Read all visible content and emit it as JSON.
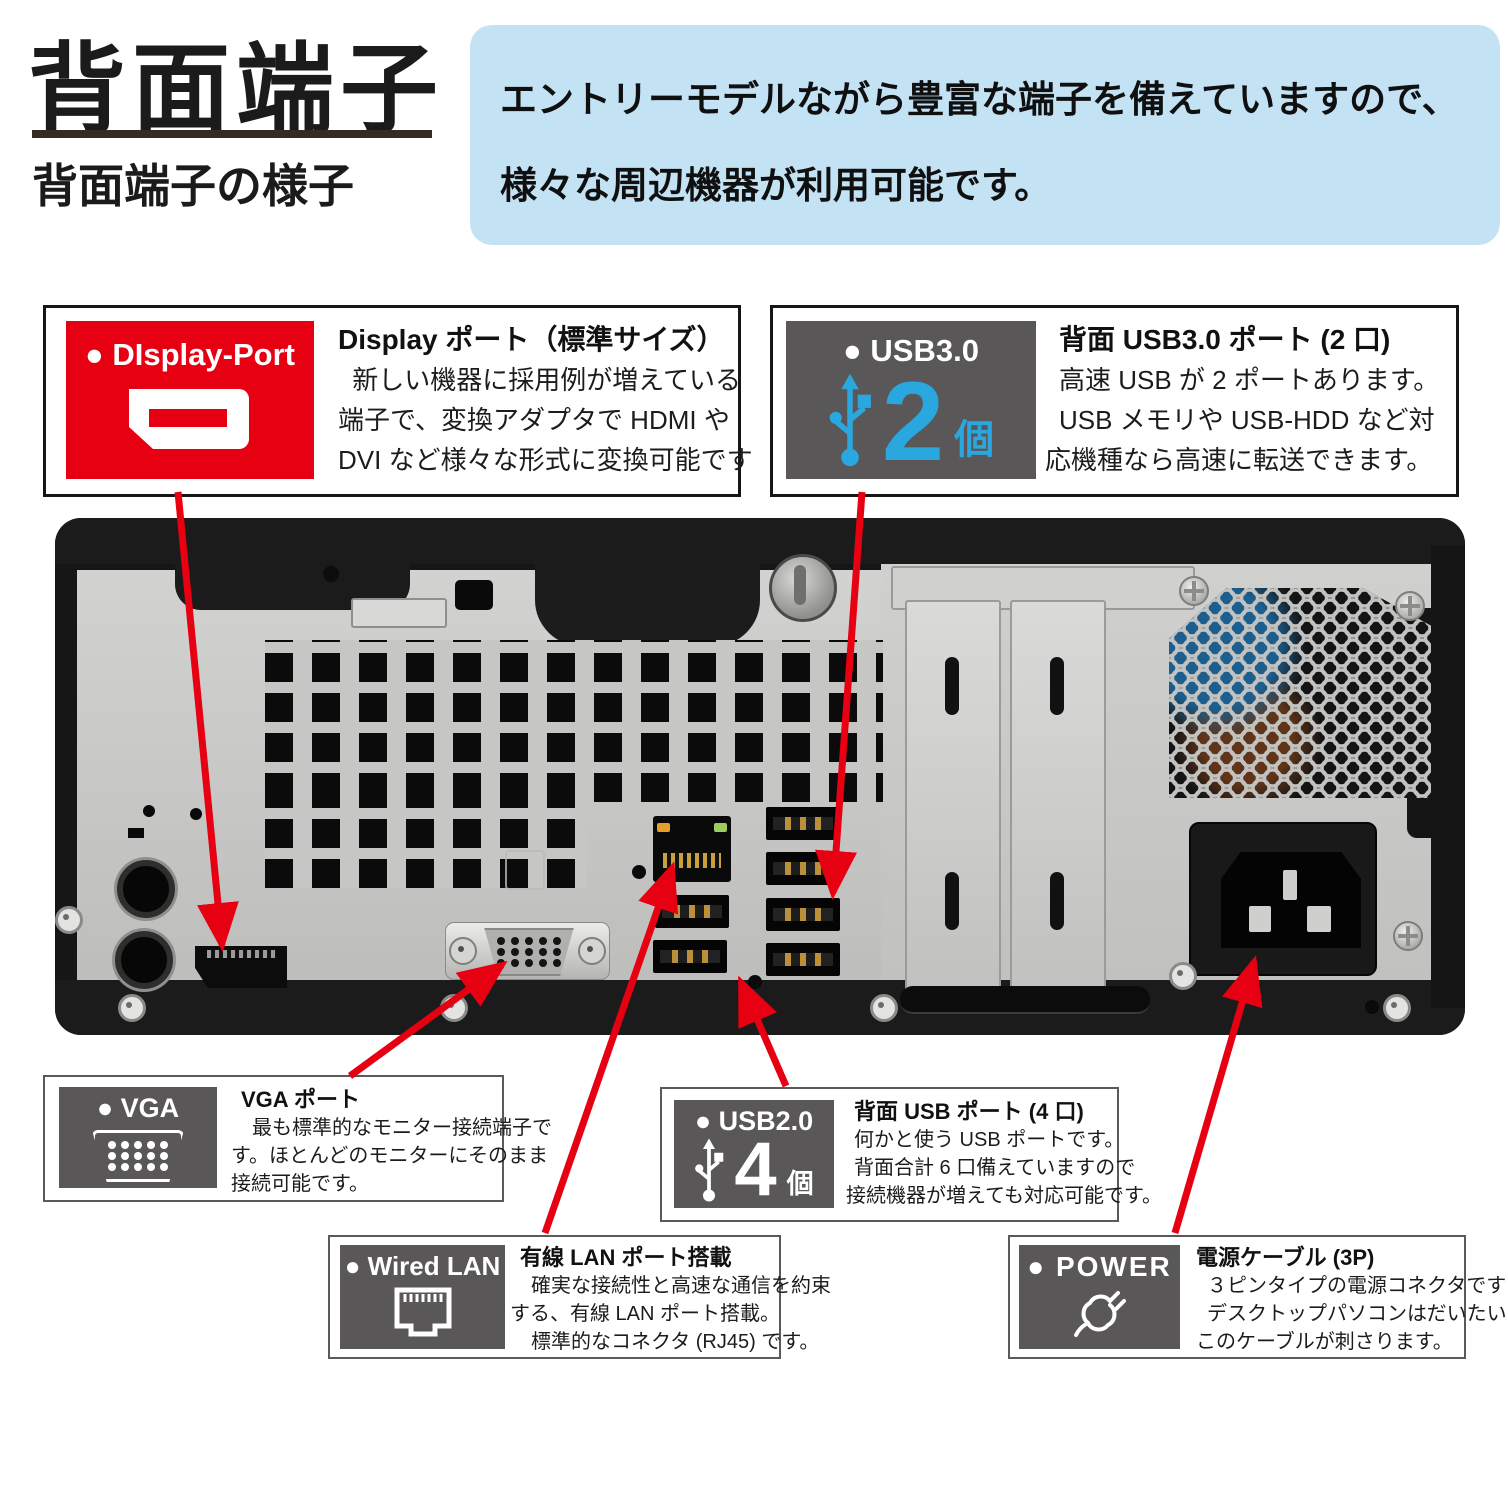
{
  "ui": {
    "bullet": "●"
  },
  "header": {
    "title": "背面端子",
    "subtitle": "背面端子の様子"
  },
  "intro": {
    "line1": "エントリーモデルながら豊富な端子を備えていますので、",
    "line2": "様々な周辺機器が利用可能です。"
  },
  "callouts": {
    "displayport": {
      "label": "DIsplay-Port",
      "title": "Display ポート（標準サイズ）",
      "lines": [
        "新しい機器に採用例が増えている",
        "端子で、変換アダプタで HDMI や",
        "DVI など様々な形式に変換可能です"
      ]
    },
    "usb30": {
      "label": "USB3.0",
      "count": "2",
      "unit": "個",
      "title": "背面 USB3.0 ポート (2 口)",
      "lines": [
        "高速 USB が 2 ポートあります。",
        "USB メモリや USB-HDD など対",
        "応機種なら高速に転送できます。"
      ]
    },
    "vga": {
      "label": "VGA",
      "title": "VGA ポート",
      "lines": [
        "最も標準的なモニター接続端子で",
        "す。ほとんどのモニターにそのまま",
        "接続可能です。"
      ]
    },
    "usb20": {
      "label": "USB2.0",
      "count": "4",
      "unit": "個",
      "title": "背面 USB ポート (4 口)",
      "lines": [
        "何かと使う USB ポートです。",
        "背面合計 6 口備えていますので",
        "接続機器が増えても対応可能です。"
      ]
    },
    "lan": {
      "label": "Wired LAN",
      "title": "有線 LAN ポート搭載",
      "lines": [
        "確実な接続性と高速な通信を約束",
        "する、有線 LAN ポート搭載。",
        "標準的なコネクタ (RJ45) です。"
      ]
    },
    "power": {
      "label": "POWER",
      "title": "電源ケーブル (3P)",
      "lines": [
        "３ピンタイプの電源コネクタです",
        "デスクトップパソコンはだいたい",
        "このケーブルが刺さります。"
      ]
    }
  },
  "colors": {
    "accent_red": "#e60012",
    "usb3_blue": "#2ba7e0",
    "chip_gray": "#595757",
    "intro_blue": "#c3e3f5",
    "chassis_black": "#1b1b1b",
    "panel_silver": "#c8c8c6"
  }
}
